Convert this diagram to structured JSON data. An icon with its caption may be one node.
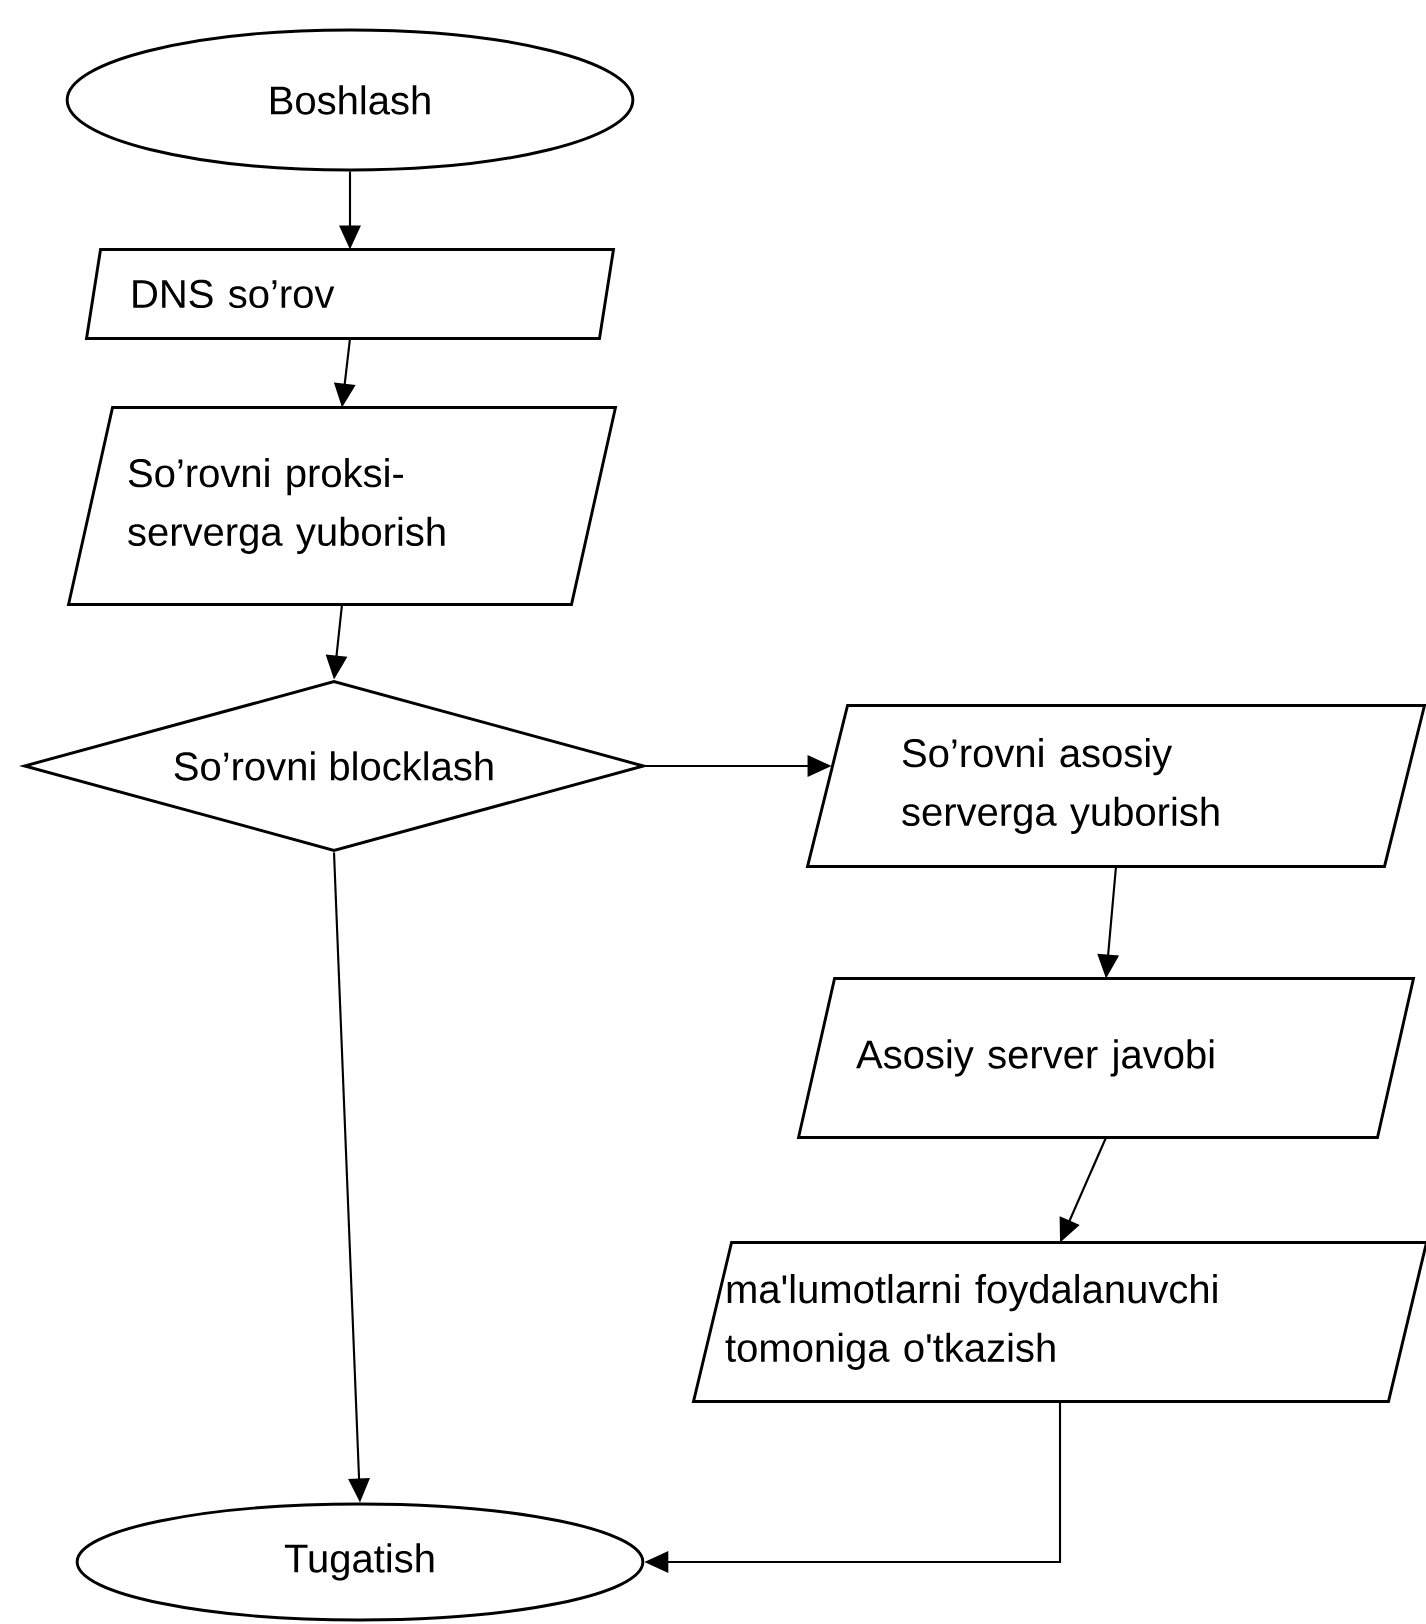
{
  "diagram": {
    "nodes": [
      {
        "text": [
          "Boshlash"
        ]
      },
      {
        "text": [
          "DNS so’rov"
        ]
      },
      {
        "text": [
          "So’rovni proksi-serverga yuborish"
        ]
      },
      {
        "text": [
          "So’rovni blocklash"
        ]
      },
      {
        "text": [
          "So’rovni asosiy serverga yuborish"
        ]
      },
      {
        "text": [
          "Asosiy server javobi"
        ]
      },
      {
        "text": [
          "ma'lumotlarni foydalanuvchi tomoniga o'tkazish"
        ]
      },
      {
        "text": [
          "Tugatish"
        ]
      }
    ],
    "edges": [
      {
        "from": 0,
        "to": 1,
        "arrow": "to"
      },
      {
        "from": 1,
        "to": 2,
        "arrow": "to"
      },
      {
        "from": 2,
        "to": 3,
        "arrow": "to"
      },
      {
        "from": 3,
        "to": 4,
        "arrow": "to"
      },
      {
        "from": 4,
        "to": 5,
        "arrow": "to"
      },
      {
        "from": 5,
        "to": 6,
        "arrow": "to"
      },
      {
        "from": 3,
        "to": 7,
        "arrow": "to"
      },
      {
        "from": 6,
        "to": 7,
        "arrow": "to"
      }
    ]
  }
}
